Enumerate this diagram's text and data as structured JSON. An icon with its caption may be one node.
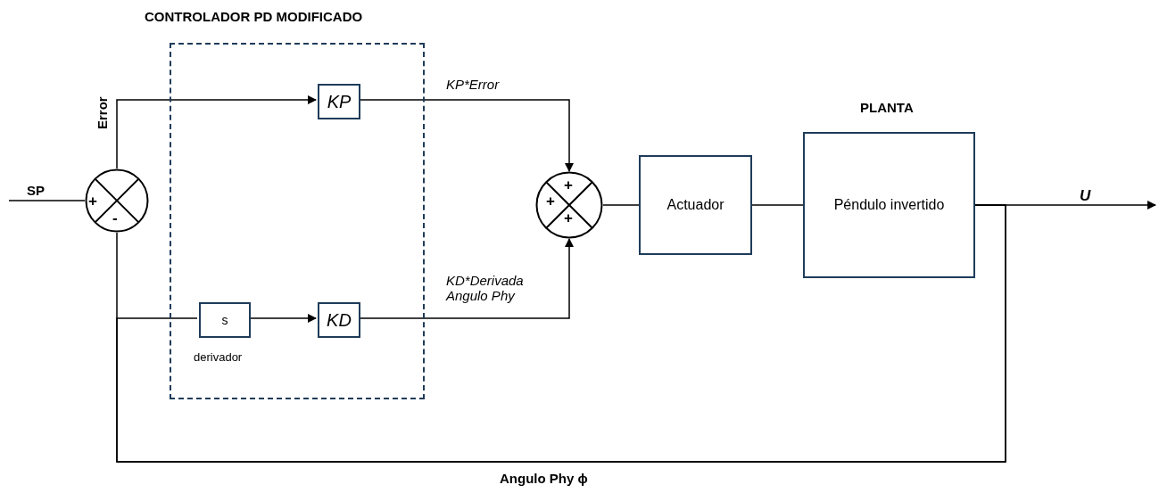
{
  "diagram": {
    "nodes": [
      {
        "text": [
          "CONTROLADOR PD MODIFICADO"
        ]
      },
      {
        "text": [
          "+",
          "-"
        ]
      },
      {
        "text": [
          "KP"
        ],
        "in": 0
      },
      {
        "text": [
          "s"
        ],
        "in": 0,
        "beside": [
          "derivador"
        ]
      },
      {
        "text": [
          "KD"
        ],
        "in": 0
      },
      {
        "text": [
          "+",
          "+",
          "+"
        ]
      },
      {
        "text": [
          "Actuador"
        ]
      },
      {
        "text": [
          "PLANTA",
          "Péndulo invertido"
        ]
      }
    ],
    "edges": [
      {
        "from": null,
        "to": 1,
        "arrow": "none",
        "label": "SP"
      },
      {
        "from": 1,
        "to": 2,
        "arrow": "to",
        "label": "Error"
      },
      {
        "from": 2,
        "to": 5,
        "arrow": "to",
        "label": "KP*Error"
      },
      {
        "from": 7,
        "to": 1,
        "arrow": "none",
        "label": "Angulo Phy ϕ"
      },
      {
        "from": 7,
        "to": 3,
        "arrow": "none"
      },
      {
        "from": 3,
        "to": 4,
        "arrow": "to"
      },
      {
        "from": 4,
        "to": 5,
        "arrow": "to",
        "label": "KD*Derivada Angulo Phy"
      },
      {
        "from": 5,
        "to": 6,
        "arrow": "none"
      },
      {
        "from": 6,
        "to": 7,
        "arrow": "none"
      },
      {
        "from": 7,
        "to": null,
        "arrow": "to",
        "label": "U"
      }
    ]
  }
}
